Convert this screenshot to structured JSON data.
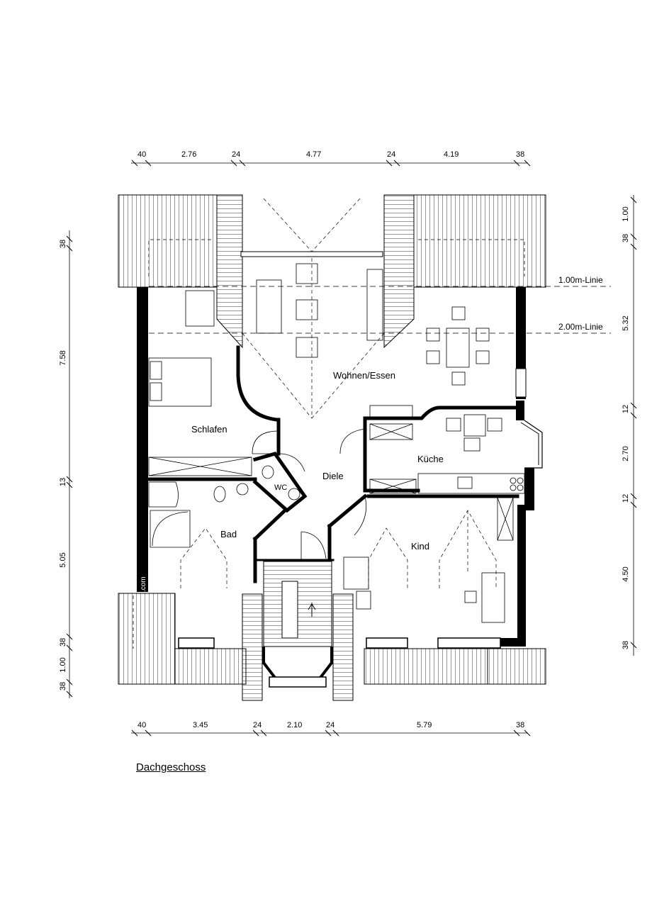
{
  "drawing": {
    "title": "Dachgeschoss"
  },
  "rooms": {
    "wohnen_essen": "Wohnen/Essen",
    "schlafen": "Schlafen",
    "kueche": "Küche",
    "diele": "Diele",
    "wc": "WC",
    "bad": "Bad",
    "kind": "Kind"
  },
  "reference_lines": {
    "line_1m": "1.00m-Linie",
    "line_2m": "2.00m-Linie"
  },
  "dimensions": {
    "top": [
      "40",
      "2.76",
      "24",
      "4.77",
      "24",
      "4.19",
      "38"
    ],
    "bottom": [
      "40",
      "3.45",
      "24",
      "2.10",
      "24",
      "5.79",
      "38"
    ],
    "left": [
      "38",
      "7.58",
      "13",
      "5.05",
      "38",
      "1.00",
      "38"
    ],
    "right": [
      "1.00",
      "38",
      "5.32",
      "12",
      "2.70",
      "12",
      "4.50",
      "38"
    ]
  },
  "watermark": ".com"
}
